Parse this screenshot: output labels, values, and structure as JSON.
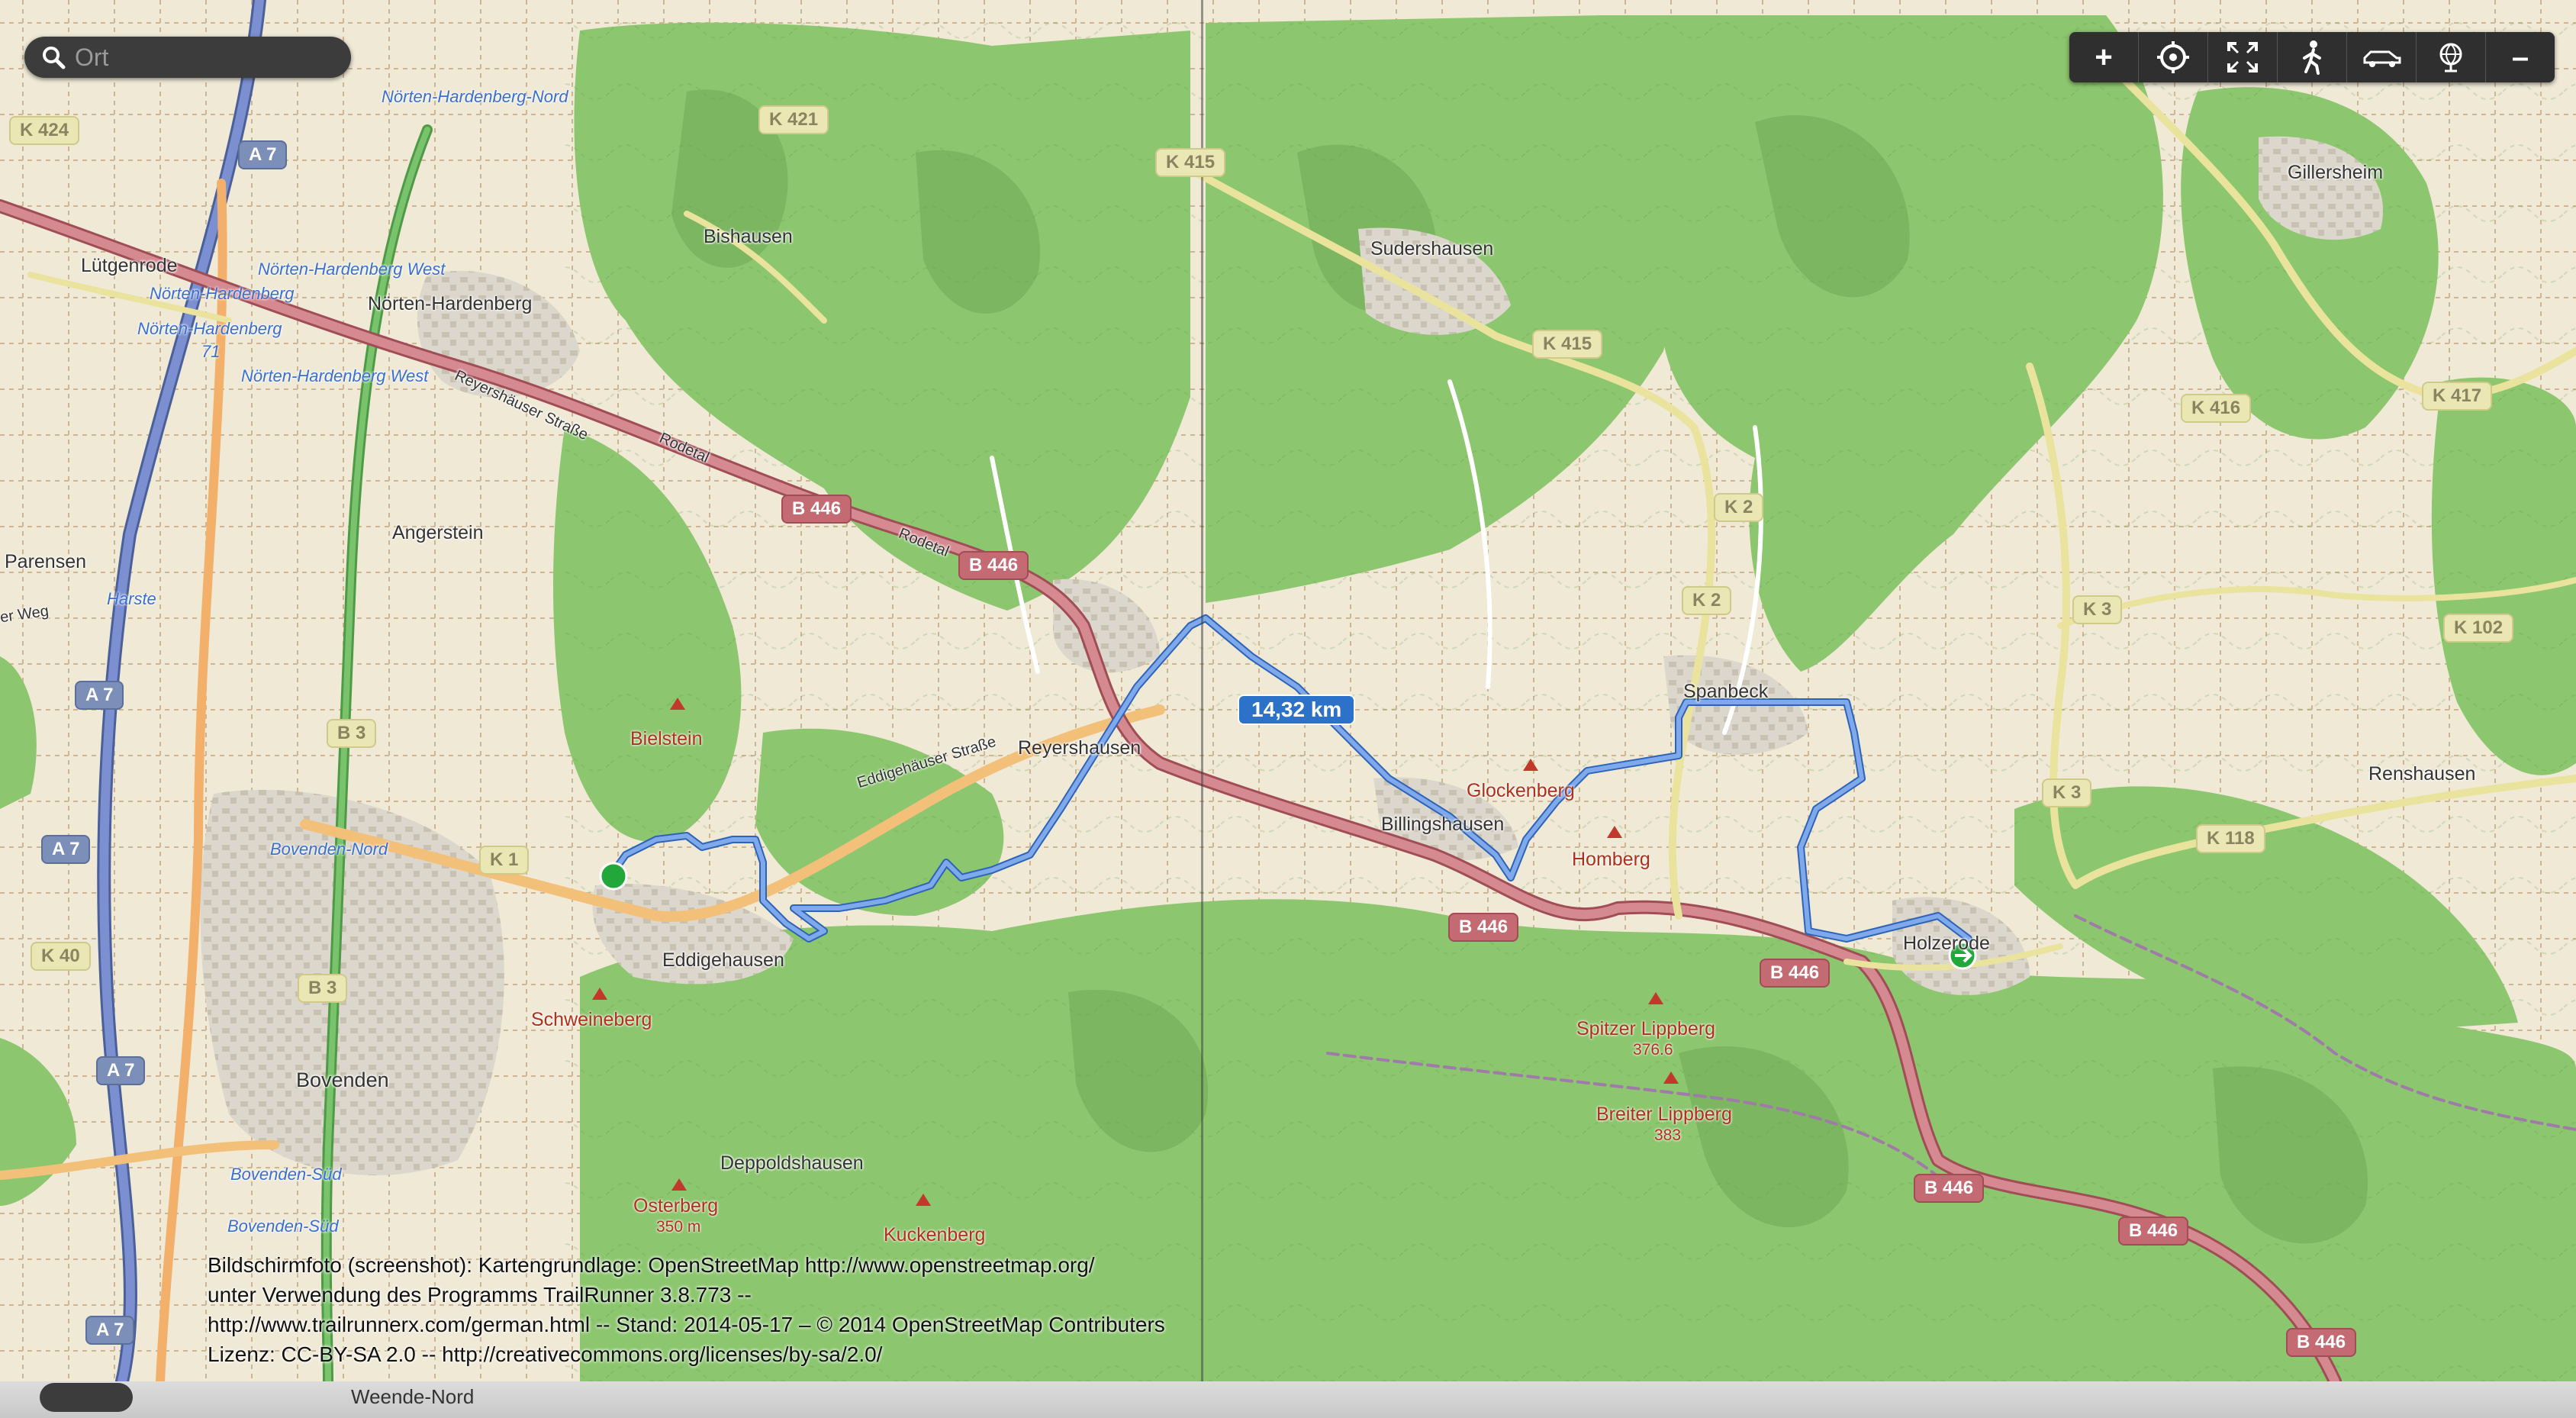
{
  "search": {
    "placeholder": "Ort"
  },
  "toolbar": {
    "zoom_in": "+",
    "zoom_out": "–"
  },
  "places": [
    {
      "name": "Lütgenrode"
    },
    {
      "name": "Nörten-Hardenberg"
    },
    {
      "name": "Bishausen"
    },
    {
      "name": "Sudershausen"
    },
    {
      "name": "Gillersheim"
    },
    {
      "name": "Angerstein"
    },
    {
      "name": "Parensen"
    },
    {
      "name": "Reyershausen"
    },
    {
      "name": "Spanbeck"
    },
    {
      "name": "Billingshausen"
    },
    {
      "name": "Renshausen"
    },
    {
      "name": "Holzerode"
    },
    {
      "name": "Eddigehausen"
    },
    {
      "name": "Bovenden"
    },
    {
      "name": "Deppoldshausen"
    },
    {
      "name": "Weende-Nord"
    }
  ],
  "peaks": [
    {
      "name": "Bielstein"
    },
    {
      "name": "Glockenberg"
    },
    {
      "name": "Homberg"
    },
    {
      "name": "Schweineberg"
    },
    {
      "name": "Spitzer Lippberg"
    },
    {
      "name": "376.6"
    },
    {
      "name": "Breiter Lippberg"
    },
    {
      "name": "383"
    },
    {
      "name": "Osterberg"
    },
    {
      "name": "350 m"
    },
    {
      "name": "Kuckenberg"
    }
  ],
  "stations": [
    {
      "name": "Nörten-Hardenberg-Nord"
    },
    {
      "name": "Nörten-Hardenberg West"
    },
    {
      "name": "Nörten-Hardenberg"
    },
    {
      "name": "Nörten-Hardenberg"
    },
    {
      "name": "71"
    },
    {
      "name": "Nörten-Hardenberg West"
    },
    {
      "name": "Bovenden-Nord"
    },
    {
      "name": "Bovenden-Süd"
    },
    {
      "name": "Bovenden-Süd"
    }
  ],
  "streets": [
    {
      "name": "Reyershäuser Straße"
    },
    {
      "name": "Rodetal"
    },
    {
      "name": "Rodetal"
    },
    {
      "name": "Eddigehäuser Straße"
    },
    {
      "name": "Harste"
    },
    {
      "name": "er Weg"
    }
  ],
  "road_shields": [
    {
      "label": "K 424",
      "kind": "k"
    },
    {
      "label": "A 7",
      "kind": "a"
    },
    {
      "label": "K 421",
      "kind": "k"
    },
    {
      "label": "K 415",
      "kind": "k"
    },
    {
      "label": "K 415",
      "kind": "k"
    },
    {
      "label": "K 416",
      "kind": "k"
    },
    {
      "label": "K 417",
      "kind": "k"
    },
    {
      "label": "B 446",
      "kind": "b"
    },
    {
      "label": "B 446",
      "kind": "b"
    },
    {
      "label": "K 2",
      "kind": "k"
    },
    {
      "label": "K 2",
      "kind": "k"
    },
    {
      "label": "K 3",
      "kind": "k"
    },
    {
      "label": "K 102",
      "kind": "k"
    },
    {
      "label": "A 7",
      "kind": "a"
    },
    {
      "label": "B 3",
      "kind": "k"
    },
    {
      "label": "K 3",
      "kind": "k"
    },
    {
      "label": "K 118",
      "kind": "k"
    },
    {
      "label": "A 7",
      "kind": "a"
    },
    {
      "label": "K 1",
      "kind": "k"
    },
    {
      "label": "B 446",
      "kind": "b"
    },
    {
      "label": "B 446",
      "kind": "b"
    },
    {
      "label": "K 40",
      "kind": "k"
    },
    {
      "label": "B 3",
      "kind": "k"
    },
    {
      "label": "A 7",
      "kind": "a"
    },
    {
      "label": "B 446",
      "kind": "b"
    },
    {
      "label": "B 446",
      "kind": "b"
    },
    {
      "label": "A 7",
      "kind": "a"
    },
    {
      "label": "B 446",
      "kind": "b"
    }
  ],
  "route": {
    "distance": "14,32 km"
  },
  "attribution": [
    "Bildschirmfoto (screenshot):  Kartengrundlage: OpenStreetMap http://www.openstreetmap.org/",
    "unter Verwendung des Programms TrailRunner 3.8.773 --",
    "http://www.trailrunnerx.com/german.html -- Stand: 2014-05-17 – © 2014 OpenStreetMap Contributers",
    "Lizenz: CC-BY-SA 2.0 -- http://creativecommons.org/licenses/by-sa/2.0/"
  ],
  "colors": {
    "forest": "#8cc66e",
    "forest_dark": "#6faa55",
    "farmland": "#efe9d6",
    "route": "#5a8fd8",
    "federal_road": "#c46a72",
    "motorway": "#6f86c4",
    "main_road": "#f3b06a",
    "railway": "#62b35a"
  }
}
